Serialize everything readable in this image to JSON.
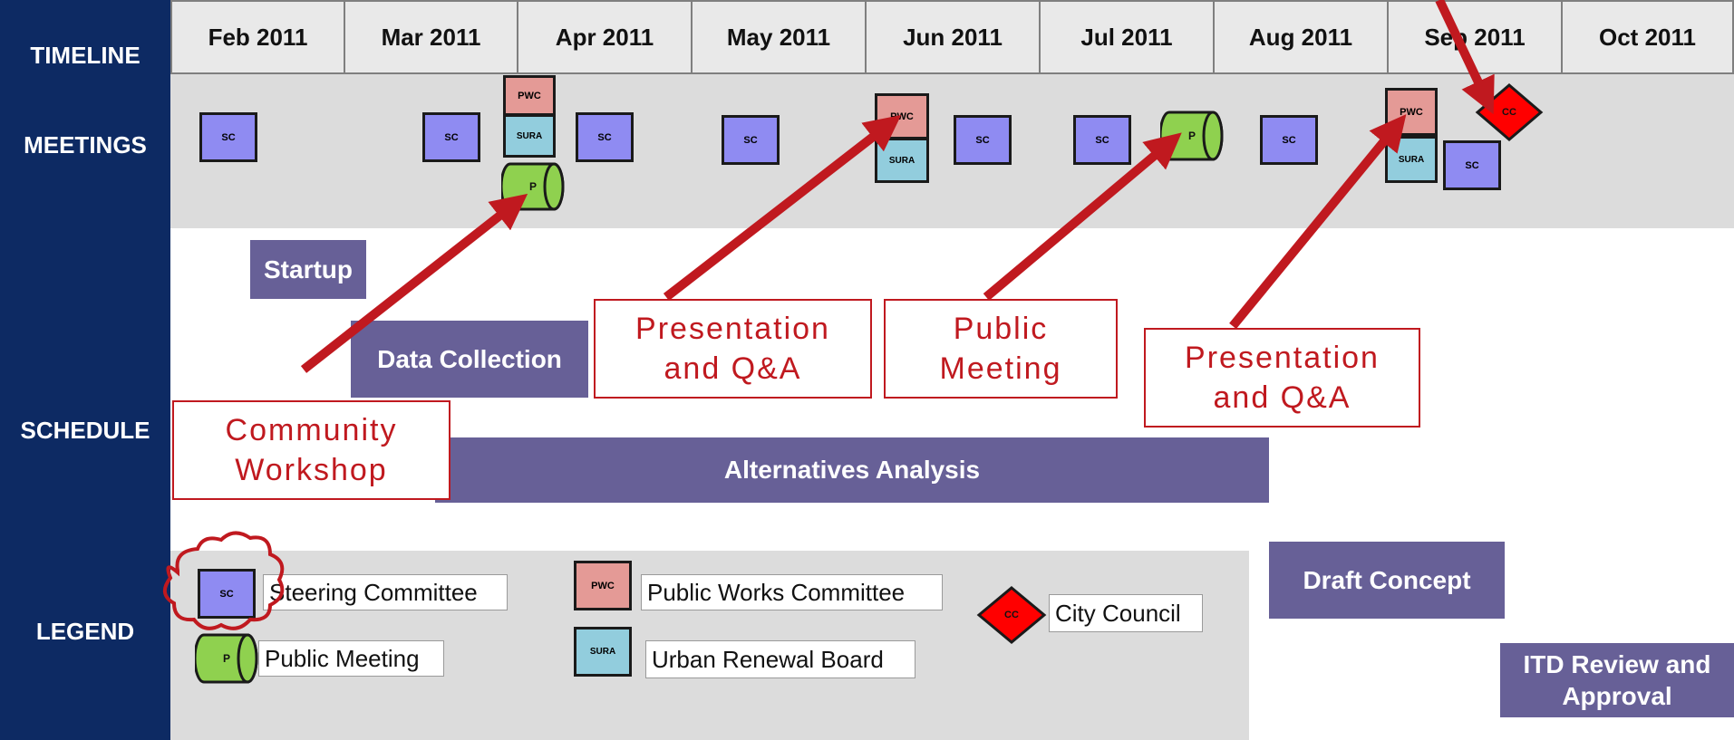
{
  "row_labels": {
    "timeline": "TIMELINE",
    "meetings": "MEETINGS",
    "schedule": "SCHEDULE",
    "legend": "LEGEND"
  },
  "months": [
    "Feb 2011",
    "Mar 2011",
    "Apr 2011",
    "May 2011",
    "Jun 2011",
    "Jul 2011",
    "Aug 2011",
    "Sep 2011",
    "Oct 2011"
  ],
  "meeting_codes": {
    "sc": "SC",
    "pwc": "PWC",
    "sura": "SURA",
    "p": "P",
    "cc": "CC"
  },
  "tasks": {
    "startup": "Startup",
    "data_collection": "Data Collection",
    "alternatives_analysis": "Alternatives Analysis",
    "draft_concept": "Draft Concept",
    "itd_review_line1": "ITD Review and",
    "itd_review_line2": "Approval"
  },
  "callouts": {
    "community_workshop_line1": "Community",
    "community_workshop_line2": "Workshop",
    "presentation1_line1": "Presentation",
    "presentation1_line2": "and Q&A",
    "public_meeting_line1": "Public",
    "public_meeting_line2": "Meeting",
    "presentation2_line1": "Presentation",
    "presentation2_line2": "and Q&A"
  },
  "legend": {
    "steering_committee": "Steering Committee",
    "public_meeting": "Public Meeting",
    "public_works_committee": "Public Works Committee",
    "urban_renewal_board": "Urban Renewal Board",
    "city_council": "City Council"
  },
  "colors": {
    "navy": "#0d2a63",
    "sc": "#8f8bf2",
    "pwc": "#e49a96",
    "sura": "#92cddd",
    "public_meeting": "#8fd14f",
    "city_council": "#ff0000",
    "task_bar": "#676097",
    "arrow": "#c0191f"
  }
}
